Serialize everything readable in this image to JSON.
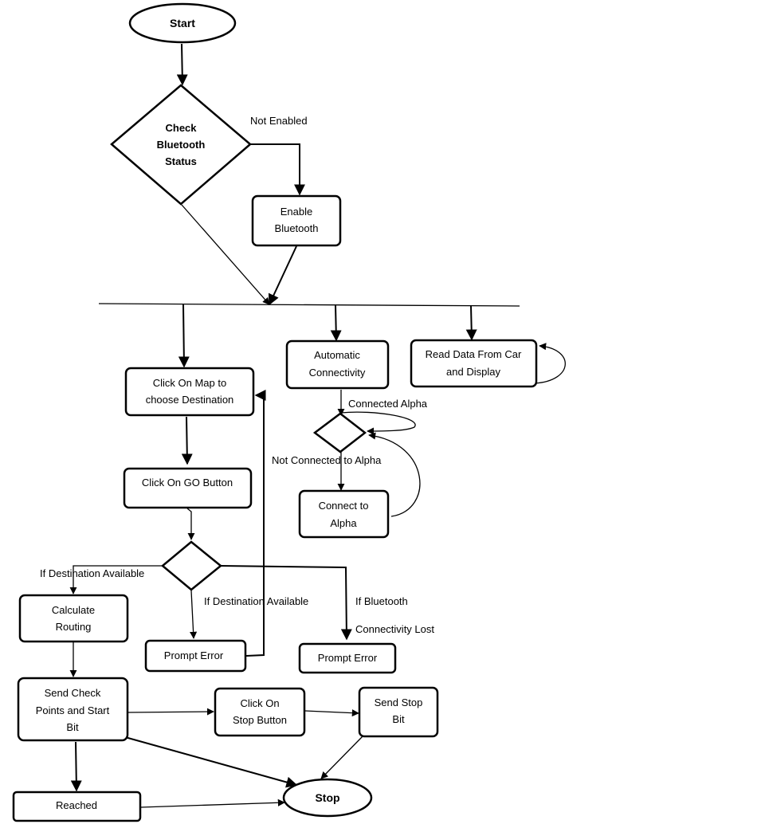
{
  "nodes": {
    "start": "Start",
    "check_bt": [
      "Check",
      "Bluetooth",
      "Status"
    ],
    "enable_bt": [
      "Enable",
      "Bluetooth"
    ],
    "click_map": [
      "Click On Map to",
      "choose Destination"
    ],
    "auto_conn": [
      "Automatic",
      "Connectivity"
    ],
    "read_data": [
      "Read Data From Car",
      "and Display"
    ],
    "click_go": "Click On GO Button",
    "connect_alpha": [
      "Connect to",
      "Alpha"
    ],
    "calc_routing": [
      "Calculate",
      "Routing"
    ],
    "prompt_error_1": "Prompt Error",
    "prompt_error_2": "Prompt Error",
    "send_checkpoints": [
      "Send Check",
      "Points and Start",
      "Bit"
    ],
    "click_stop": [
      "Click On",
      "Stop Button"
    ],
    "send_stop": [
      "Send Stop",
      "Bit"
    ],
    "reached": "Reached",
    "stop": "Stop"
  },
  "edge_labels": {
    "not_enabled": "Not Enabled",
    "connected_alpha": "Connected Alpha",
    "not_connected_alpha": "Not Connected to Alpha",
    "if_dest_available_left": "If Destination Available",
    "if_dest_available_right": "If Destination Available",
    "if_bt_lost_1": "If Bluetooth",
    "if_bt_lost_2": "Connectivity Lost"
  }
}
